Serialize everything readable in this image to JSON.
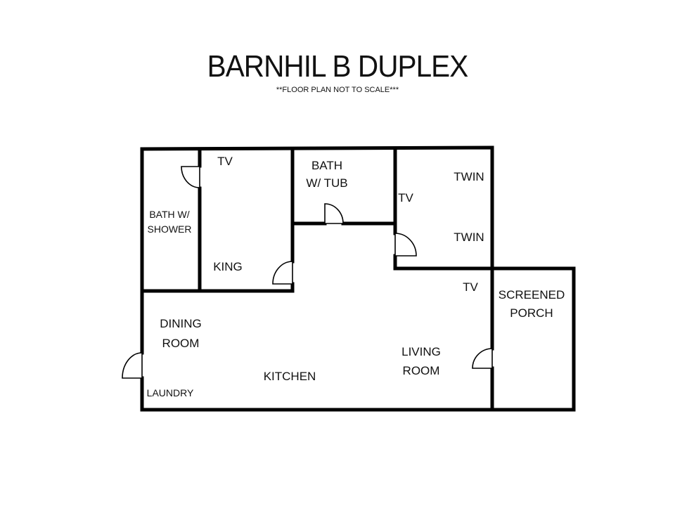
{
  "title": "BARNHIL B DUPLEX",
  "subtitle": "**FLOOR PLAN NOT TO SCALE***",
  "labels": {
    "tv_king": "TV",
    "bath_tub_1": "BATH",
    "bath_tub_2": "W/ TUB",
    "twin_1": "TWIN",
    "twin_2": "TWIN",
    "tv_twin": "TV",
    "bath_shower_1": "BATH W/",
    "bath_shower_2": "SHOWER",
    "king": "KING",
    "tv_living": "TV",
    "screened_1": "SCREENED",
    "screened_2": "PORCH",
    "dining_1": "DINING",
    "dining_2": "ROOM",
    "living_1": "LIVING",
    "living_2": "ROOM",
    "kitchen": "KITCHEN",
    "laundry": "LAUNDRY"
  }
}
